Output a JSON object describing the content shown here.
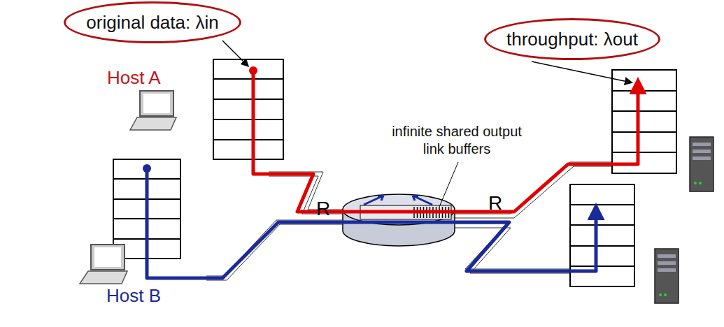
{
  "diagram": {
    "nodes": [
      {
        "text": [
          "original data: λin"
        ]
      },
      {
        "text": [
          "throughput: λout"
        ]
      }
    ],
    "labels": [
      "Host A",
      "Host B",
      "infinite shared output link buffers",
      "R",
      "R"
    ]
  }
}
